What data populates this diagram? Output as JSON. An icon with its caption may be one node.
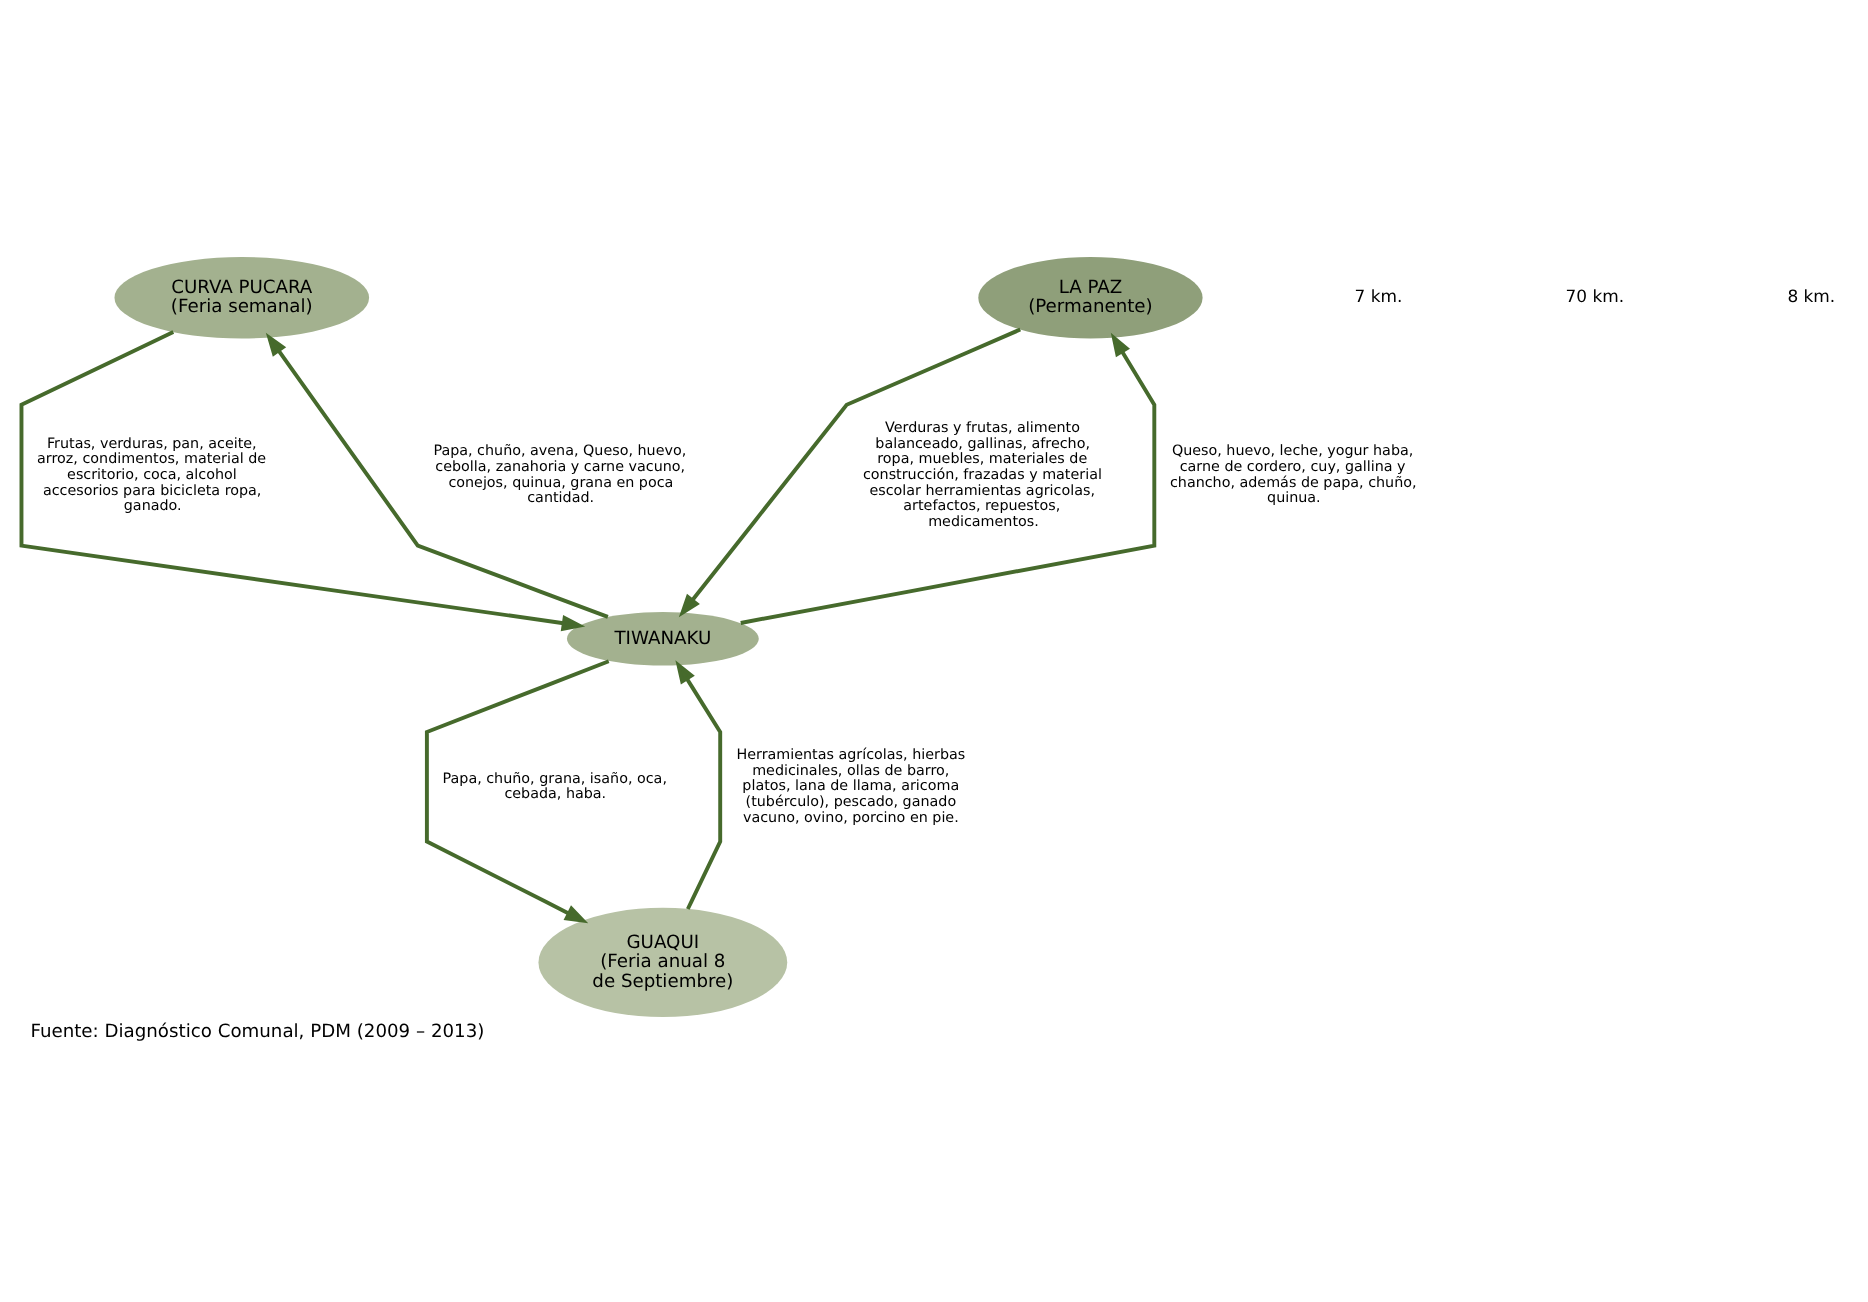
{
  "diagram": {
    "caption": "Fuente: Diagnóstico Comunal, PDM (2009 – 2013)",
    "nodes": [
      {
        "text": [
          "CURVA PUCARA",
          "(Feria semanal)"
        ]
      },
      {
        "text": [
          "LA PAZ",
          "(Permanente)"
        ]
      },
      {
        "text": [
          "TIWANAKU"
        ]
      },
      {
        "text": [
          "GUAQUI",
          "(Feria anual 8 de Septiembre)"
        ]
      }
    ],
    "edges": [
      {
        "from": 2,
        "to": 0,
        "arrow": "to",
        "label": "Papa, chuño, avena, Queso, huevo, cebolla, zanahoria y carne vacuno, conejos, quinua, grana en poca cantidad."
      },
      {
        "from": 0,
        "to": 2,
        "arrow": "to",
        "label": "Frutas, verduras, pan, aceite, arroz, condimentos, material de escritorio, coca, alcohol accesorios para bicicleta ropa, ganado."
      },
      {
        "from": 2,
        "to": 1,
        "arrow": "to",
        "label": "Queso, huevo, leche, yogur haba, carne de cordero, cuy, gallina y chancho, además de papa, chuño, quinua."
      },
      {
        "from": 1,
        "to": 2,
        "arrow": "to",
        "label": "Verduras y frutas, alimento balanceado, gallinas, afrecho, ropa, muebles, materiales de construcción, frazadas y material escolar herramientas agricolas, artefactos, repuestos, medicamentos."
      },
      {
        "from": 3,
        "to": 2,
        "arrow": "to",
        "label": "Herramientas agrícolas, hierbas medicinales, ollas de barro, platos, lana de llama, aricoma (tubérculo), pescado, ganado vacuno, ovino, porcino en pie."
      },
      {
        "from": 2,
        "to": 3,
        "arrow": "to",
        "label": "Papa, chuño, grana, isaño, oca, cebada, haba."
      }
    ],
    "labels": [
      "7 km.",
      "70 km.",
      "8 km."
    ]
  }
}
